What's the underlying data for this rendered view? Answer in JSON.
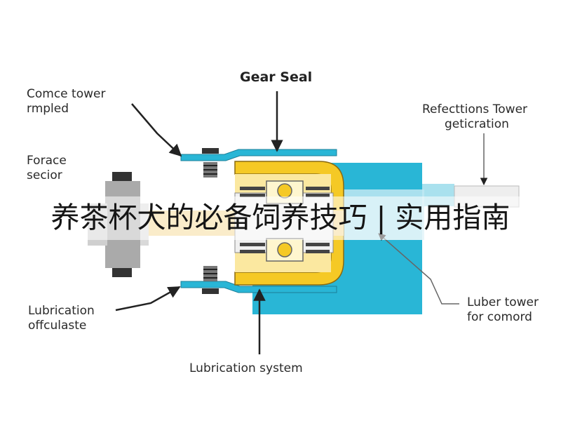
{
  "diagram": {
    "title": "Gear Seal",
    "labels": {
      "top_left": [
        "Comce tower",
        "rmpled"
      ],
      "mid_left": [
        "Forace",
        "secior"
      ],
      "bot_left": [
        "Lubrication",
        "offculaste"
      ],
      "top_right": [
        "Refecttions Tower",
        "geticration"
      ],
      "bot_right": [
        "Luber tower",
        "for comord"
      ],
      "bottom": [
        "Lubrication system"
      ]
    },
    "colors": {
      "housing": "#29b6d6",
      "housing_light": "#bfe8f2",
      "gear_body": "#f5c925",
      "gear_inner": "#fbe8a0",
      "shaft": "#e8e8e8",
      "bolt": "#555555",
      "arrow": "#222222"
    }
  },
  "banner": {
    "text": "养茶杯犬的必备饲养技巧 | 实用指南"
  }
}
